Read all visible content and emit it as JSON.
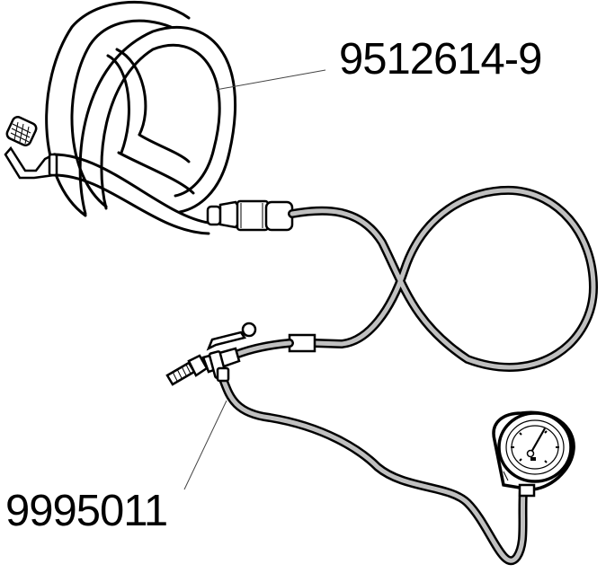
{
  "diagram": {
    "title": "Pressure test hose kit with gauge",
    "colors": {
      "line": "#000000",
      "hose_fill": "#c0c0c0",
      "background": "#ffffff",
      "leader": "#444444"
    },
    "callouts": [
      {
        "id": "top",
        "label": "9512614-9",
        "points_to": "coiled-charging-hose"
      },
      {
        "id": "bottom",
        "label": "9995011",
        "points_to": "tee-valve-gauge-hose"
      }
    ],
    "components": [
      {
        "name": "coiled-charging-hose",
        "description": "Coiled hose with angled knurled connector and threaded coupling"
      },
      {
        "name": "grey-supply-hose",
        "description": "Thin grey hose forming a loop"
      },
      {
        "name": "tee-valve",
        "description": "Tee fitting with lever valve and tapered nozzle"
      },
      {
        "name": "gauge-hose",
        "description": "Grey hose to pressure gauge"
      },
      {
        "name": "pressure-gauge",
        "description": "Round dial pressure gauge"
      }
    ]
  }
}
